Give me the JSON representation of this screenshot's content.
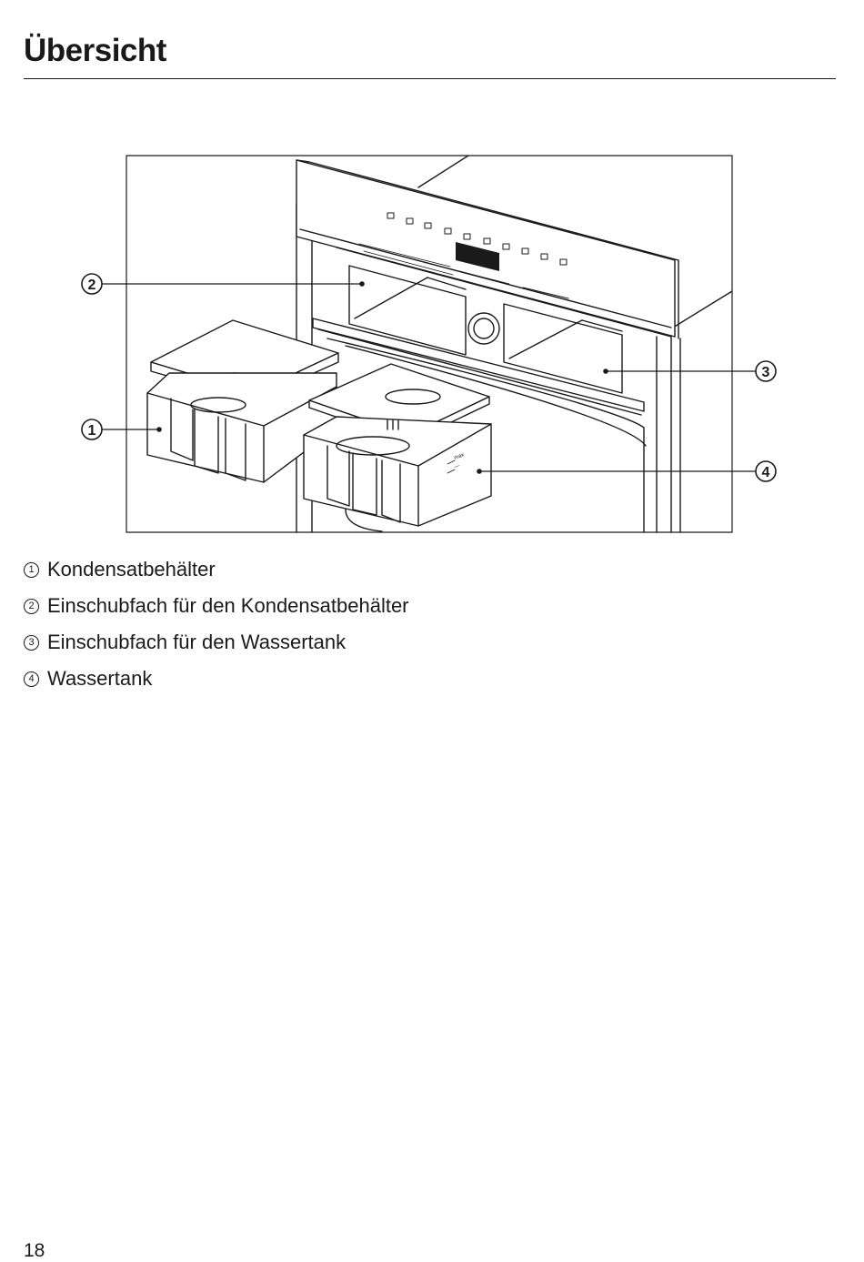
{
  "page": {
    "title": "Übersicht",
    "page_number": "18"
  },
  "figure": {
    "callouts": [
      "1",
      "2",
      "3",
      "4"
    ],
    "tank_marks": [
      "max",
      "—",
      "—"
    ]
  },
  "legend": [
    {
      "num": "1",
      "label": "Kondensatbehälter"
    },
    {
      "num": "2",
      "label": "Einschubfach für den Kondensatbehälter"
    },
    {
      "num": "3",
      "label": "Einschubfach für den Wassertank"
    },
    {
      "num": "4",
      "label": "Wassertank"
    }
  ]
}
